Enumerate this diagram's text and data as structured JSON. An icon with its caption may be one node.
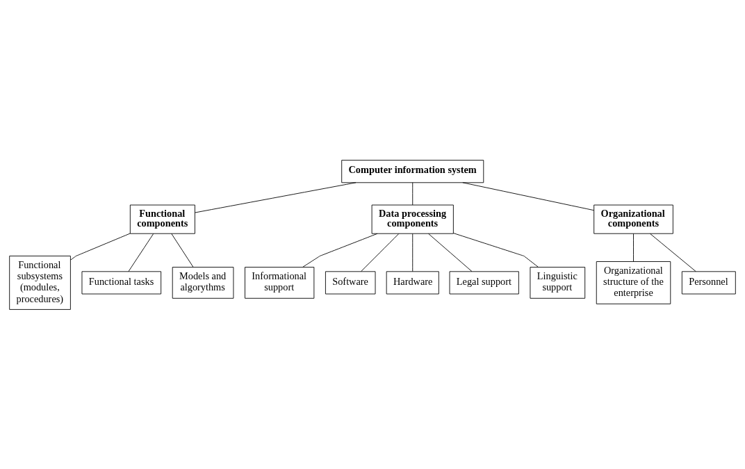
{
  "diagram": {
    "nodes": [
      {
        "text": [
          "Computer information system"
        ]
      },
      {
        "text": [
          "Functional components"
        ]
      },
      {
        "text": [
          "Data processing components"
        ]
      },
      {
        "text": [
          "Organizational components"
        ]
      },
      {
        "text": [
          "Functional subsystems (modules, procedures)"
        ]
      },
      {
        "text": [
          "Functional tasks"
        ]
      },
      {
        "text": [
          "Models and algorythms"
        ]
      },
      {
        "text": [
          "Informational support"
        ]
      },
      {
        "text": [
          "Software"
        ]
      },
      {
        "text": [
          "Hardware"
        ]
      },
      {
        "text": [
          "Legal support"
        ]
      },
      {
        "text": [
          "Linguistic support"
        ]
      },
      {
        "text": [
          "Organizational structure of the enterprise"
        ]
      },
      {
        "text": [
          "Personnel"
        ]
      }
    ],
    "edges": [
      {
        "from": 0,
        "to": 1,
        "arrow": "none"
      },
      {
        "from": 0,
        "to": 2,
        "arrow": "none"
      },
      {
        "from": 0,
        "to": 3,
        "arrow": "none"
      },
      {
        "from": 1,
        "to": 4,
        "arrow": "none"
      },
      {
        "from": 1,
        "to": 5,
        "arrow": "none"
      },
      {
        "from": 1,
        "to": 6,
        "arrow": "none"
      },
      {
        "from": 2,
        "to": 7,
        "arrow": "none"
      },
      {
        "from": 2,
        "to": 8,
        "arrow": "none"
      },
      {
        "from": 2,
        "to": 9,
        "arrow": "none"
      },
      {
        "from": 2,
        "to": 10,
        "arrow": "none"
      },
      {
        "from": 2,
        "to": 11,
        "arrow": "none"
      },
      {
        "from": 3,
        "to": 12,
        "arrow": "none"
      },
      {
        "from": 3,
        "to": 13,
        "arrow": "none"
      }
    ]
  }
}
